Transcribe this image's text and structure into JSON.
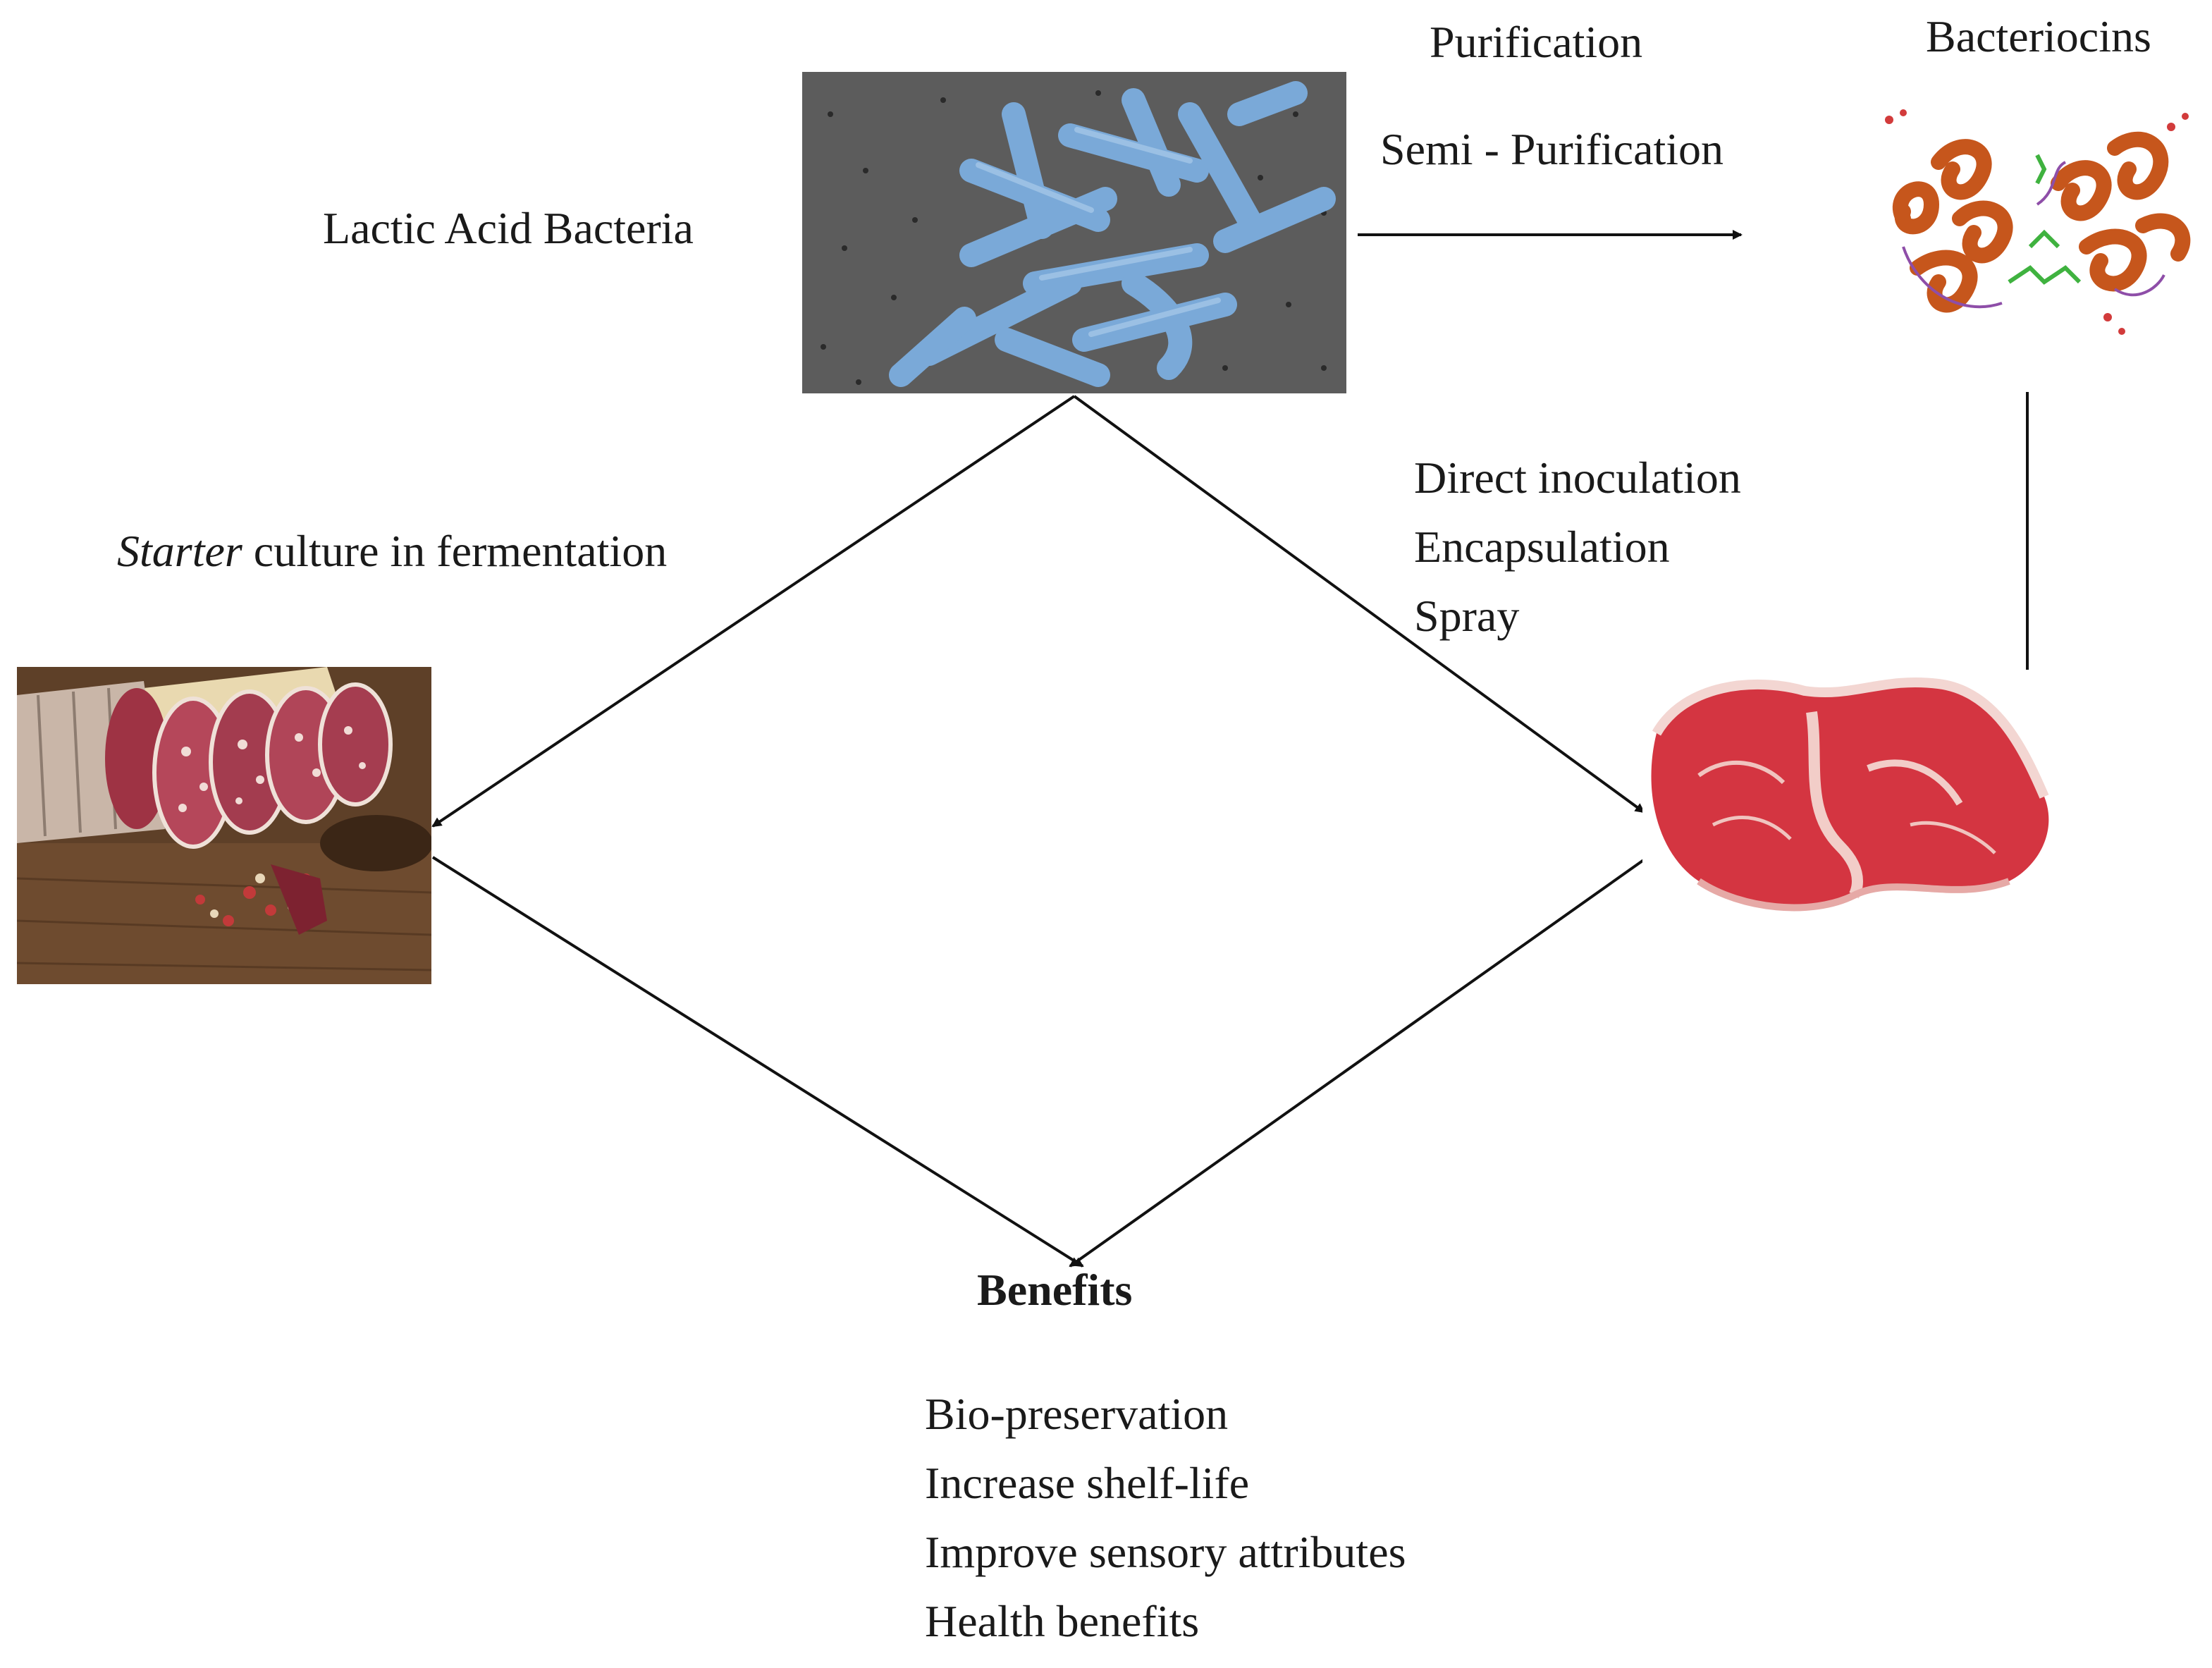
{
  "labels": {
    "lab": "Lactic Acid Bacteria",
    "purification": "Purification",
    "semi_purification": "Semi - Purification",
    "bacteriocins": "Bacteriocins",
    "starter_em": "Starter",
    "starter_rest": " culture in fermentation",
    "direct_methods": [
      "Direct inoculation",
      "Encapsulation",
      "Spray"
    ],
    "benefits_title": "Benefits",
    "benefits_list": [
      "Bio-preservation",
      "Increase shelf-life",
      "Improve sensory attributes",
      "Health benefits"
    ]
  },
  "images": {
    "bacteria_micrograph": "lactic-acid-bacteria-micrograph",
    "protein_structure": "bacteriocin-protein-ribbon-structure",
    "salami": "fermented-salami-slices",
    "meat": "raw-beef-steak"
  },
  "colors": {
    "line": "#111111",
    "bacteria_bg": "#5a5a5a",
    "bacteria_rod": "#79a8d6",
    "protein": "#c6561c",
    "meat": "#d6323a",
    "fat": "#f2d2cf",
    "wood": "#6a4a30",
    "salami": "#a23a4a"
  }
}
